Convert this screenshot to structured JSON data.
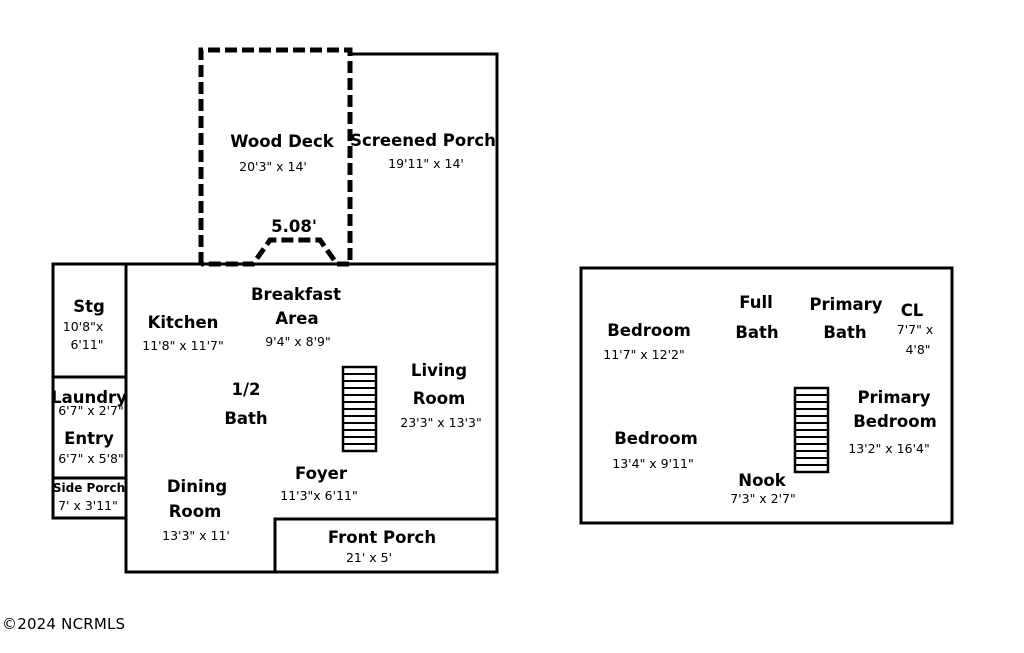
{
  "copyright": "©2024 NCRMLS",
  "deck": {
    "name": "Wood Deck",
    "dim": "20'3\" x 14'",
    "bump_width": "5.08'"
  },
  "screened_porch": {
    "name": "Screened Porch",
    "dim": "19'11\" x 14'"
  },
  "stg": {
    "name": "Stg",
    "dim1": "10'8\"x",
    "dim2": "6'11\""
  },
  "laundry": {
    "name": "Laundry",
    "dim": "6'7\" x 2'7\""
  },
  "entry": {
    "name": "Entry",
    "dim": "6'7\" x 5'8\""
  },
  "side_porch": {
    "name": "Side Porch",
    "dim": "7' x 3'11\""
  },
  "kitchen": {
    "name": "Kitchen",
    "dim": "11'8\" x 11'7\""
  },
  "breakfast": {
    "name1": "Breakfast",
    "name2": "Area",
    "dim": "9'4\" x 8'9\""
  },
  "half_bath": {
    "name1": "1/2",
    "name2": "Bath"
  },
  "living": {
    "name1": "Living",
    "name2": "Room",
    "dim": "23'3\" x 13'3\""
  },
  "foyer": {
    "name": "Foyer",
    "dim": "11'3\"x 6'11\""
  },
  "dining": {
    "name1": "Dining",
    "name2": "Room",
    "dim": "13'3\" x 11'"
  },
  "front_porch": {
    "name": "Front Porch",
    "dim": "21' x 5'"
  },
  "bedroom1": {
    "name": "Bedroom",
    "dim": "11'7\" x 12'2\""
  },
  "full_bath": {
    "name1": "Full",
    "name2": "Bath"
  },
  "primary_bath": {
    "name1": "Primary",
    "name2": "Bath"
  },
  "closet": {
    "name": "CL",
    "dim1": "7'7\" x",
    "dim2": "4'8\""
  },
  "primary_bedroom": {
    "name1": "Primary",
    "name2": "Bedroom",
    "dim": "13'2\" x 16'4\""
  },
  "bedroom2": {
    "name": "Bedroom",
    "dim": "13'4\" x 9'11\""
  },
  "nook": {
    "name": "Nook",
    "dim": "7'3\" x 2'7\""
  }
}
